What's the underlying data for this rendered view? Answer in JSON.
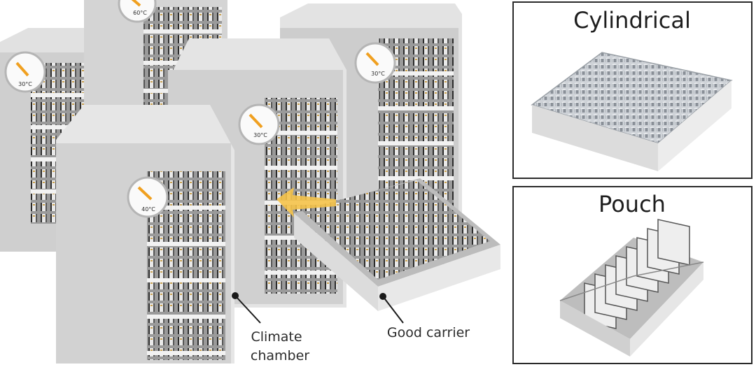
{
  "labels": {
    "climate_chamber_line1": "Climate",
    "climate_chamber_line2": "chamber",
    "good_carrier": "Good carrier"
  },
  "panels": {
    "cylindrical_title": "Cylindrical",
    "pouch_title": "Pouch"
  },
  "gauges": [
    {
      "reading": "30°C"
    },
    {
      "reading": "60°C"
    },
    {
      "reading": "30°C"
    },
    {
      "reading": "30°C"
    },
    {
      "reading": "40°C"
    }
  ],
  "colors": {
    "chamber_face": "#d2d2d2",
    "chamber_side": "#b9b9b9",
    "chamber_top": "#e6e6e6",
    "shelf_dark": "#3a3a3a",
    "arrow": "#f5c34a",
    "gauge_needle": "#f0a020",
    "panel_border": "#2a2a2a"
  },
  "icons": [
    "temperature-gauge-icon",
    "insert-arrow-icon",
    "cylindrical-cell-icon",
    "pouch-cell-icon"
  ]
}
